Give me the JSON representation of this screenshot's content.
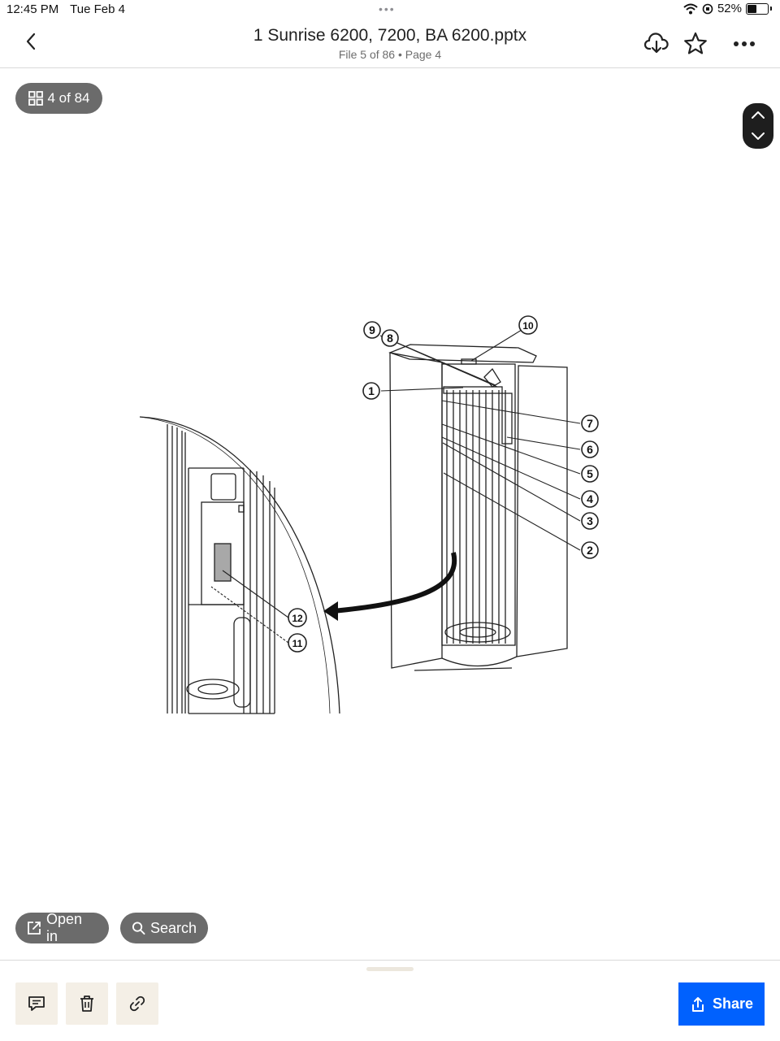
{
  "status_bar": {
    "time": "12:45 PM",
    "date": "Tue Feb 4",
    "battery": "52%",
    "battery_level": 0.52
  },
  "nav": {
    "title": "1 Sunrise 6200, 7200, BA 6200.pptx",
    "subtitle": "File 5 of 86 • Page 4"
  },
  "page_badge": {
    "label": "4 of 84"
  },
  "drawing": {
    "callouts": [
      "1",
      "2",
      "3",
      "4",
      "5",
      "6",
      "7",
      "8",
      "9",
      "10",
      "11",
      "12"
    ]
  },
  "buttons": {
    "open_in": "Open in",
    "search": "Search",
    "share": "Share"
  },
  "icons": {
    "back": "chevron-left-icon",
    "download": "cloud-download-icon",
    "star": "star-icon",
    "more": "more-icon",
    "grid": "grid-icon",
    "pager_up": "chevron-up-icon",
    "pager_down": "chevron-down-icon",
    "open_in": "external-link-icon",
    "search": "search-icon",
    "comment": "comment-icon",
    "delete": "trash-icon",
    "link": "link-icon",
    "share": "share-icon"
  },
  "colors": {
    "share_button": "#0061fe",
    "pill": "#6b6b6b",
    "pager": "#1e1e1e",
    "action_bg": "#f4efe6"
  }
}
